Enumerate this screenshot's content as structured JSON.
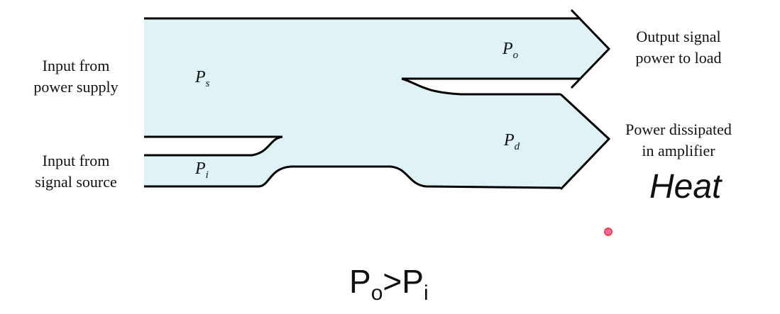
{
  "labels": {
    "power_supply_line1": "Input from",
    "power_supply_line2": "power supply",
    "signal_source_line1": "Input from",
    "signal_source_line2": "signal source",
    "output_line1": "Output signal",
    "output_line2": "power to load",
    "dissipated_line1": "Power dissipated",
    "dissipated_line2": "in amplifier",
    "heat": "Heat"
  },
  "variables": {
    "ps": {
      "base": "P",
      "sub": "s"
    },
    "pi": {
      "base": "P",
      "sub": "i"
    },
    "po": {
      "base": "P",
      "sub": "o"
    },
    "pd": {
      "base": "P",
      "sub": "d"
    }
  },
  "formula": {
    "left_base": "P",
    "left_sub": "o",
    "op": ">",
    "right_base": "P",
    "right_sub": "i"
  },
  "colors": {
    "fill": "#dff3f7",
    "stroke": "#000000",
    "pointer": "#f08080"
  }
}
